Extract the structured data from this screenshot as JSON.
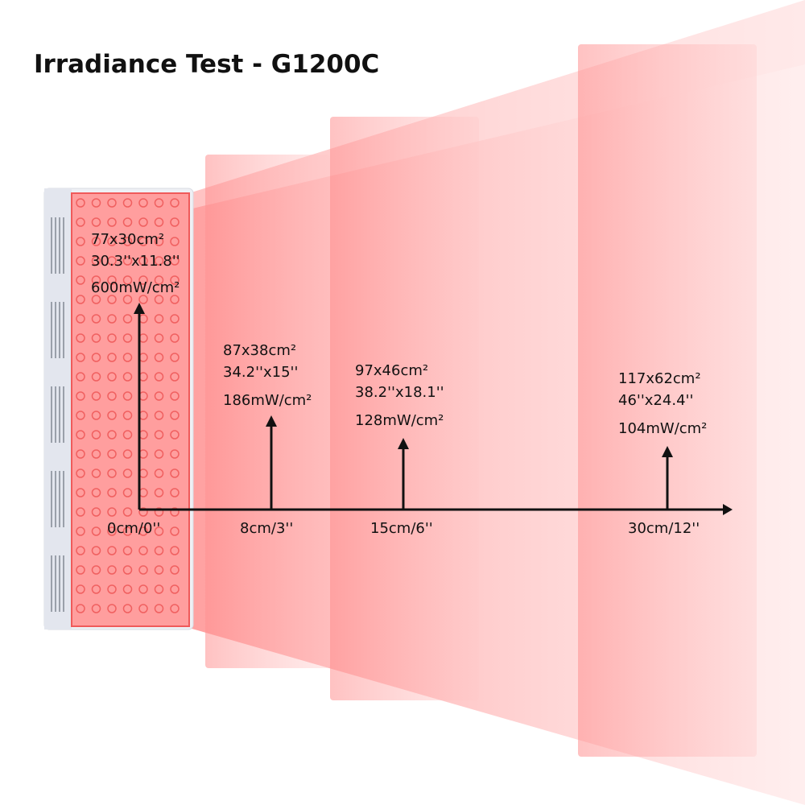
{
  "title": "Irradiance Test - G1200C",
  "colors": {
    "beam": "#ff8a8a",
    "panel_face": "#ff9a9a",
    "lamp_frame": "#eef0f5",
    "axis": "#111111"
  },
  "measurements": [
    {
      "distance": "0cm/0''",
      "area_cm": "77x30cm²",
      "area_in": "30.3''x11.8''",
      "irradiance": "600mW/cm²"
    },
    {
      "distance": "8cm/3''",
      "area_cm": "87x38cm²",
      "area_in": "34.2''x15''",
      "irradiance": "186mW/cm²"
    },
    {
      "distance": "15cm/6''",
      "area_cm": "97x46cm²",
      "area_in": "38.2''x18.1''",
      "irradiance": "128mW/cm²"
    },
    {
      "distance": "30cm/12''",
      "area_cm": "117x62cm²",
      "area_in": "46''x24.4''",
      "irradiance": "104mW/cm²"
    }
  ]
}
